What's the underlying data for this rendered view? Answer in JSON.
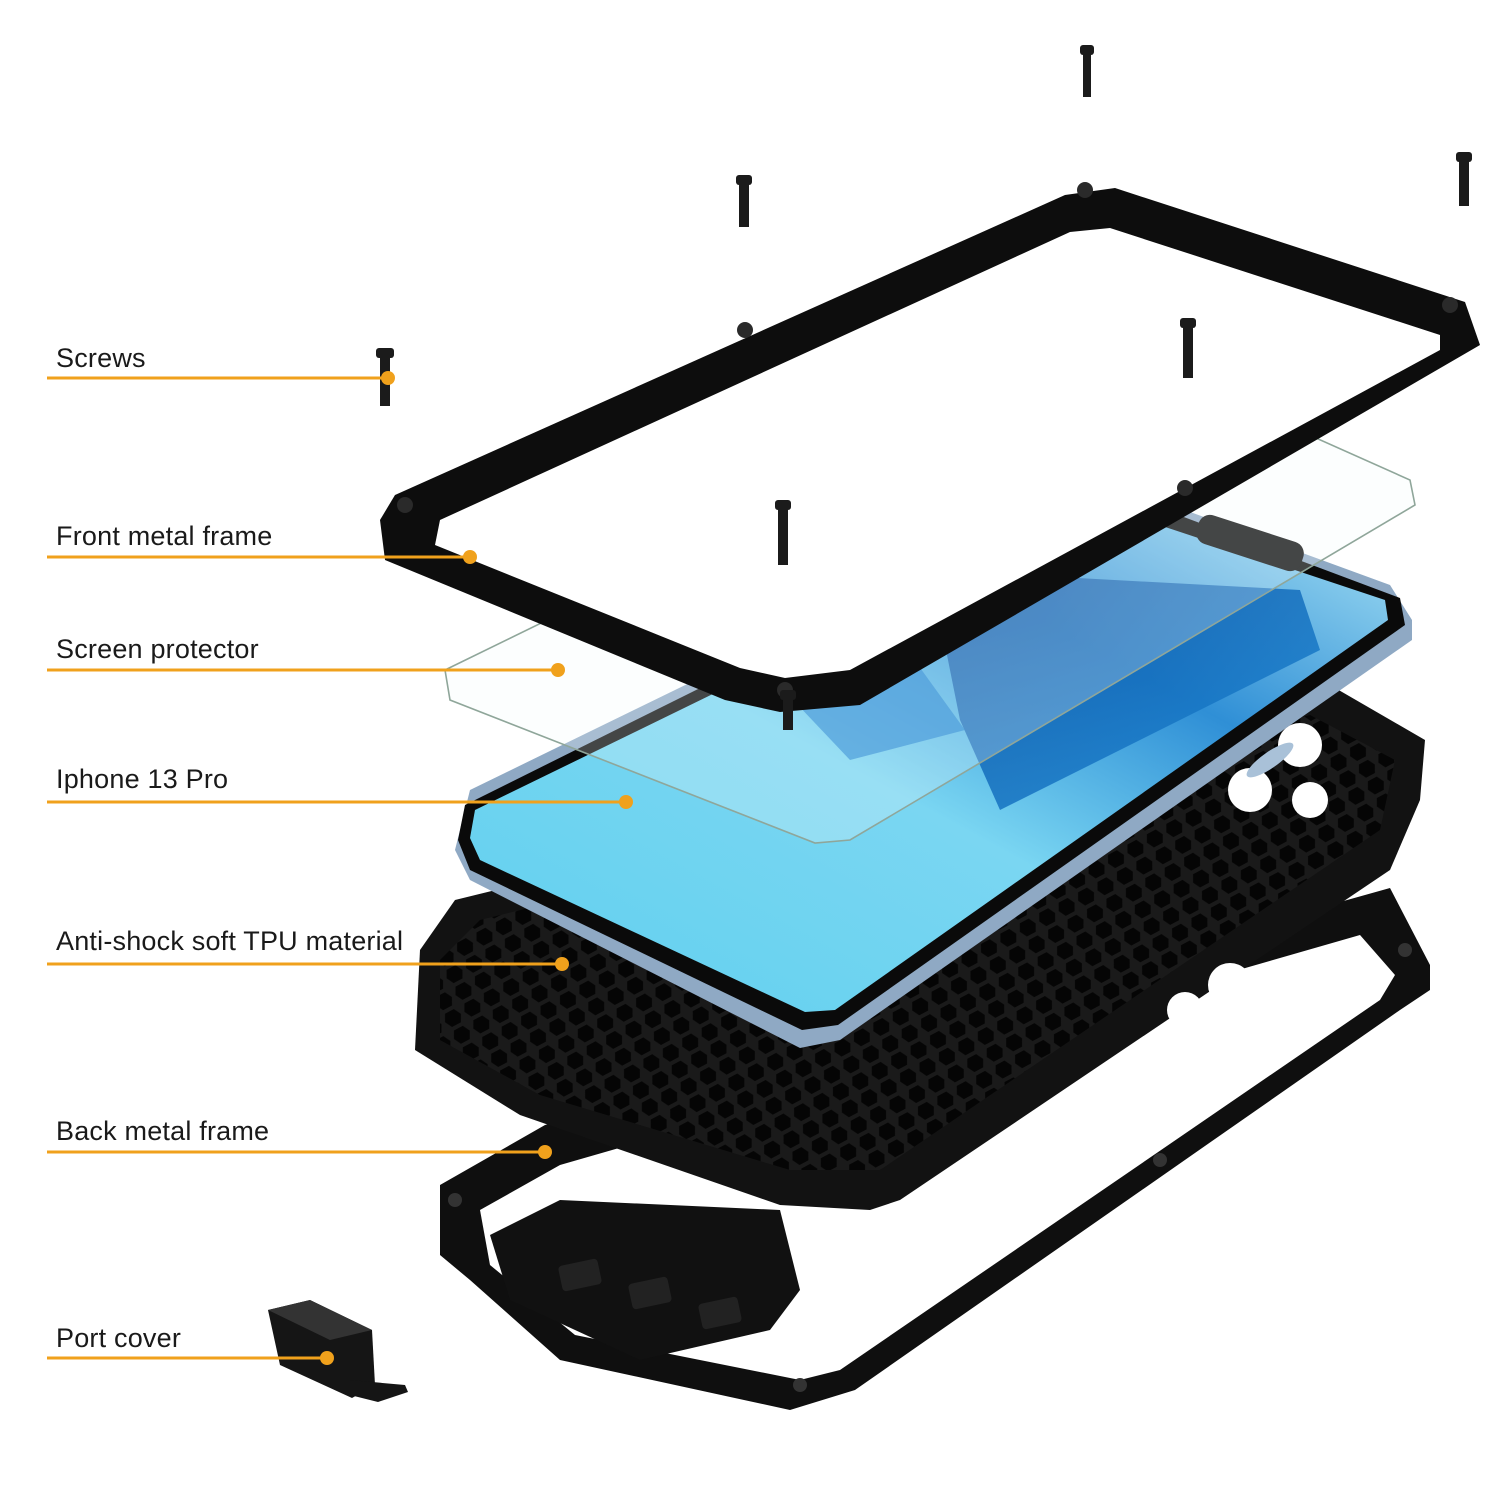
{
  "accent_color": "#f0a11c",
  "callouts": [
    {
      "key": "screws",
      "label": "Screws"
    },
    {
      "key": "front-metal-frame",
      "label": "Front metal frame"
    },
    {
      "key": "screen-protector",
      "label": "Screen protector"
    },
    {
      "key": "iphone",
      "label": "Iphone 13 Pro"
    },
    {
      "key": "tpu",
      "label": "Anti-shock soft TPU material"
    },
    {
      "key": "back-metal-frame",
      "label": "Back metal frame"
    },
    {
      "key": "port-cover",
      "label": "Port cover"
    }
  ]
}
